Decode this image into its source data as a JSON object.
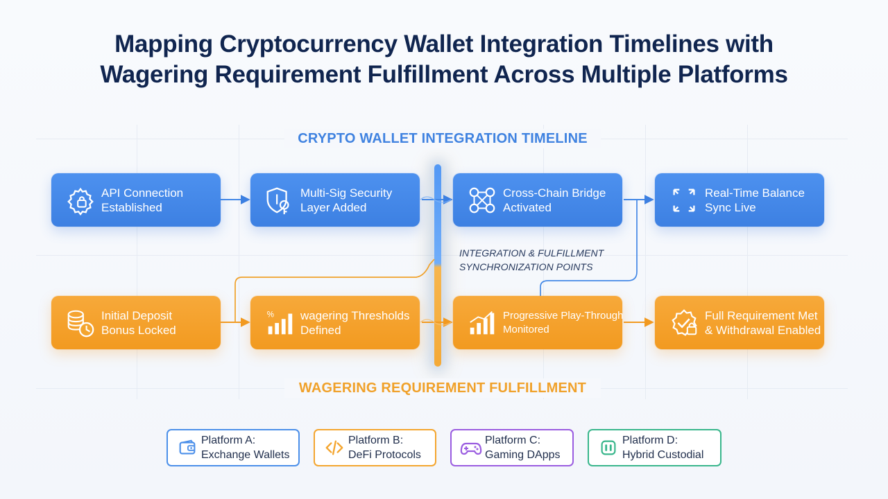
{
  "title": {
    "line1": "Mapping Cryptocurrency Wallet Integration Timelines with",
    "line2": "Wagering Requirement Fulfillment Across Multiple Platforms"
  },
  "sections": {
    "top": "CRYPTO WALLET INTEGRATION TIMELINE",
    "bottom": "WAGERING REQUIREMENT FULFILLMENT"
  },
  "sync_label": {
    "line1": "INTEGRATION & FULFILLMENT",
    "line2": "SYNCHRONIZATION POINTS"
  },
  "integration_steps": [
    {
      "line1": "API Connection",
      "line2": "Established",
      "icon": "gear-lock-icon"
    },
    {
      "line1": "Multi-Sig Security",
      "line2": "Layer Added",
      "icon": "shield-key-icon"
    },
    {
      "line1": "Cross-Chain Bridge",
      "line2": "Activated",
      "icon": "network-nodes-icon"
    },
    {
      "line1": "Real-Time Balance",
      "line2": "Sync Live",
      "icon": "sync-arrows-icon"
    }
  ],
  "wagering_steps": [
    {
      "line1": "Initial Deposit",
      "line2": "Bonus Locked",
      "icon": "coins-clock-icon"
    },
    {
      "line1": "wagering Thresholds",
      "line2": "Defined",
      "icon": "percent-bars-icon"
    },
    {
      "line1": "Progressive Play-Through",
      "line2": "Monitored",
      "icon": "growth-bars-icon"
    },
    {
      "line1": "Full Requirement Met",
      "line2": "& Withdrawal Enabled",
      "icon": "badge-lock-icon"
    }
  ],
  "platforms": [
    {
      "line1": "Platform A:",
      "line2": "Exchange Wallets",
      "icon": "wallet-icon",
      "color": "#4b8fe9"
    },
    {
      "line1": "Platform B:",
      "line2": "DeFi Protocols",
      "icon": "code-icon",
      "color": "#f4a52e"
    },
    {
      "line1": "Platform C:",
      "line2": "Gaming DApps",
      "icon": "gamepad-icon",
      "color": "#9a5ce0"
    },
    {
      "line1": "Platform D:",
      "line2": "Hybrid Custodial",
      "icon": "hybrid-icon",
      "color": "#38b68b"
    }
  ],
  "colors": {
    "integration": "#4388e6",
    "wagering": "#f3a02a",
    "title": "#10254f"
  }
}
